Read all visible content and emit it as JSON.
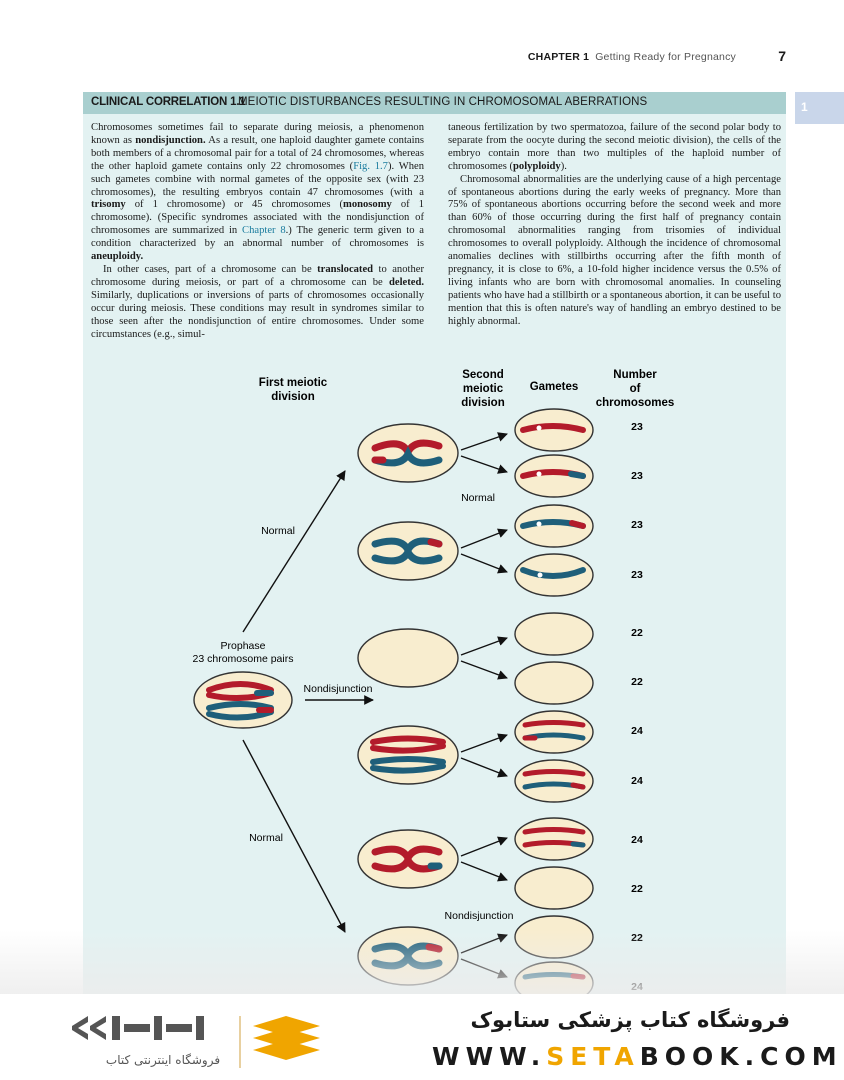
{
  "header": {
    "chapter_label": "CHAPTER 1",
    "chapter_title": "Getting Ready for Pregnancy",
    "page_number": "7"
  },
  "side_tab": {
    "number": "1"
  },
  "box": {
    "label": "CLINICAL CORRELATION 1.1",
    "title": "MEIOTIC DISTURBANCES RESULTING IN CHROMOSOMAL ABERRATIONS"
  },
  "text": {
    "col1_p1_a": "Chromosomes sometimes fail to separate during meiosis, a phenomenon known as ",
    "col1_p1_b": "nondisjunction.",
    "col1_p1_c": " As a result, one haploid daughter gamete contains both members of a chromosomal pair for a total of 24 chromosomes, whereas the other haploid gamete contains only 22 chromosomes (",
    "col1_p1_ref1": "Fig. 1.7",
    "col1_p1_d": "). When such gametes combine with normal gametes of the opposite sex (with 23 chromosomes), the resulting embryos contain 47 chromosomes (with a ",
    "col1_p1_e": "trisomy",
    "col1_p1_f": " of 1 chromosome) or 45 chromosomes (",
    "col1_p1_g": "monosomy",
    "col1_p1_h": " of 1 chromosome). (Specific syndromes associated with the nondisjunction of chromosomes are summarized in ",
    "col1_p1_ref2": "Chapter 8",
    "col1_p1_i": ".) The generic term given to a condition characterized by an abnormal number of chromosomes is ",
    "col1_p1_j": "aneuploidy.",
    "col1_p2_a": "In other cases, part of a chromosome can be ",
    "col1_p2_b": "translocated",
    "col1_p2_c": " to another chromosome during meiosis, or part of a chromosome can be ",
    "col1_p2_d": "deleted.",
    "col1_p2_e": " Similarly, duplications or inversions of parts of chromosomes occasionally occur during meiosis. These conditions may result in syndromes similar to those seen after the nondisjunction of entire chromosomes. Under some circumstances (e.g., simul-",
    "col2_p1_a": "taneous fertilization by two spermatozoa, failure of the second polar body to separate from the oocyte during the second meiotic division), the cells of the embryo contain more than two multiples of the haploid number of chromosomes (",
    "col2_p1_b": "polyploidy",
    "col2_p1_c": ").",
    "col2_p2": "Chromosomal abnormalities are the underlying cause of a high percentage of spontaneous abortions during the early weeks of pregnancy. More than 75% of spontaneous abortions occurring before the second week and more than 60% of those occurring during the first half of pregnancy contain chromosomal abnormalities ranging from trisomies of individual chromosomes to overall polyploidy. Although the incidence of chromosomal anomalies declines with stillbirths occurring after the fifth month of pregnancy, it is close to 6%, a 10-fold higher incidence versus the 0.5% of living infants who are born with chromosomal anomalies. In counseling patients who have had a stillbirth or a spontaneous abortion, it can be useful to mention that this is often nature's way of handling an embryo destined to be highly abnormal."
  },
  "figure": {
    "col_first": [
      "First meiotic",
      "division"
    ],
    "col_second": [
      "Second",
      "meiotic",
      "division"
    ],
    "col_gametes": "Gametes",
    "col_number": [
      "Number",
      "of",
      "chromosomes"
    ],
    "label_normal_upper": "Normal",
    "label_normal_mid": "Normal",
    "label_normal_lower": "Normal",
    "label_prophase": [
      "Prophase",
      "23 chromosome pairs"
    ],
    "label_nondisjunction_1": "Nondisjunction",
    "label_nondisjunction_2": "Nondisjunction",
    "counts": [
      "23",
      "23",
      "23",
      "23",
      "22",
      "22",
      "24",
      "24",
      "24",
      "22",
      "22",
      "24"
    ],
    "colors": {
      "red": "#b31b2b",
      "blue": "#1f5f7a",
      "cell_fill": "#f8edcf",
      "cell_stroke": "#333333"
    }
  },
  "footer": {
    "logo_text": "فروشگاه اینترنتی کتاب",
    "store_name": "فروشگاه کتاب پزشکی ستابوک",
    "url_a": "WWW.",
    "url_b": "SETA",
    "url_c": "BOOK.COM"
  }
}
